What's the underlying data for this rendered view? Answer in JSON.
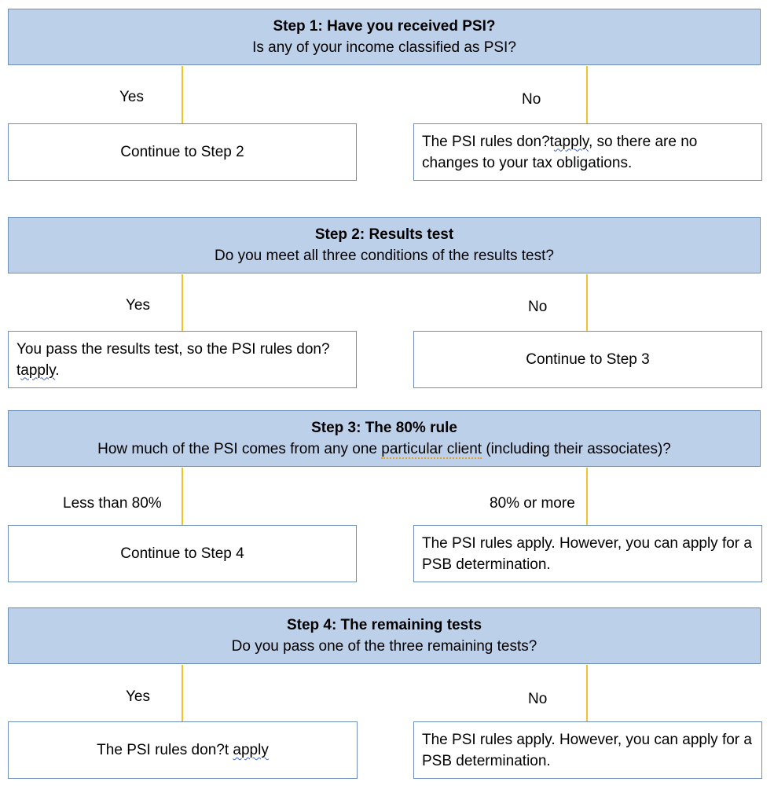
{
  "steps": [
    {
      "title": "Step 1: Have you received PSI?",
      "question": "Is any of your income classified as PSI?",
      "left_label": "Yes",
      "right_label": "No",
      "left_outcome": "Continue to Step 2",
      "right_outcome": {
        "pre": "The PSI rules don",
        "mark": "?",
        "t": "t",
        "squiggle": "apply",
        "post": ", so there are no changes to your tax obligations."
      }
    },
    {
      "title": "Step 2: Results test",
      "question": "Do you meet all three conditions of the results test?",
      "left_label": "Yes",
      "right_label": "No",
      "left_outcome": {
        "pre": "You pass the results test, so the PSI rules don",
        "mark": "?",
        "t": "t",
        "squiggle": "apply",
        "post": "."
      },
      "right_outcome": "Continue to Step 3"
    },
    {
      "title": "Step 3: The 80% rule",
      "question": {
        "pre": "How much of the PSI comes from any one ",
        "dotted": "particular client",
        "post": " (including their associates)?"
      },
      "left_label": "Less than 80%",
      "right_label": "80% or more",
      "left_outcome": "Continue to Step 4",
      "right_outcome": "The PSI rules apply. However, you can apply for a PSB determination."
    },
    {
      "title": "Step 4: The remaining tests",
      "question": "Do you pass one of the three remaining tests?",
      "left_label": "Yes",
      "right_label": "No",
      "left_outcome": {
        "pre": "The PSI rules don",
        "mark": "?",
        "t": "t ",
        "squiggle": "apply"
      },
      "right_outcome": "The PSI rules apply. However, you can apply for a PSB determination."
    }
  ],
  "colors": {
    "step_fill": "#bdd0e9",
    "border": "#6d8fb5",
    "connector": "#f2c12e"
  }
}
